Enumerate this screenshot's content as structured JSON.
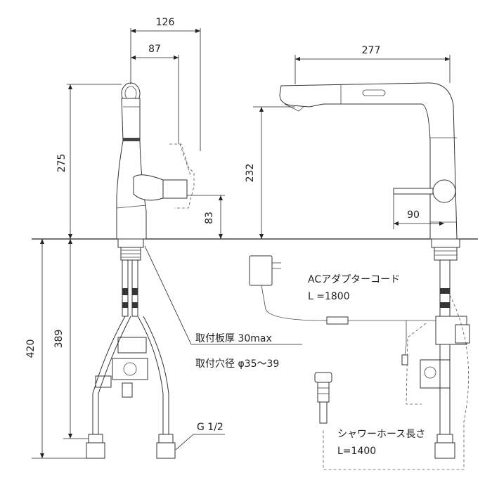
{
  "dimensions": {
    "top_width": "126",
    "top_offset": "87",
    "left_height": "275",
    "handle_height": "83",
    "right_width": "277",
    "right_height": "232",
    "lever_offset": "90",
    "below_total": "420",
    "below_hose": "389"
  },
  "labels": {
    "adapter_cord": "ACアダプターコード",
    "adapter_length": "L =1800",
    "plate_thickness": "取付板厚 30max",
    "hole_diameter": "取付穴径 φ35～39",
    "thread": "G 1/2",
    "shower_hose": "シャワーホース長さ",
    "shower_hose_length": "L=1400"
  }
}
